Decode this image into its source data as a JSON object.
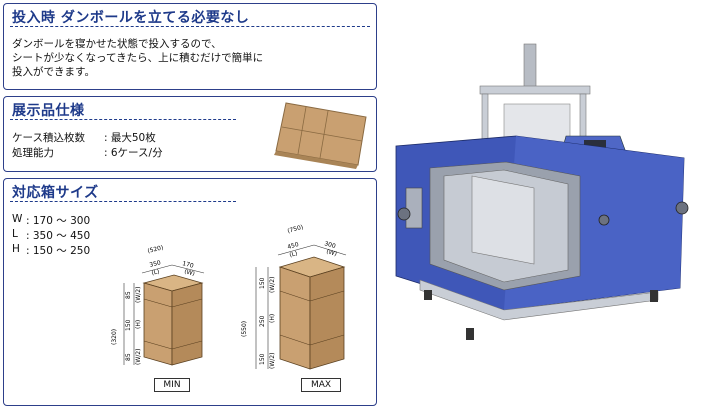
{
  "panel1": {
    "title": "投入時 ダンボールを立てる必要なし",
    "lines": [
      "ダンボールを寝かせた状態で投入するので、",
      "シートが少なくなってきたら、上に積むだけで簡単に",
      "投入ができます。"
    ]
  },
  "panel2": {
    "title": "展示品仕様",
    "specs": [
      {
        "label": "ケース積込枚数",
        "value": ": 最大50枚"
      },
      {
        "label": "処理能力",
        "value": ": 6ケース/分"
      }
    ]
  },
  "panel3": {
    "title": "対応箱サイズ",
    "sizes": [
      {
        "axis": "W",
        "range": ": 170 〜 300"
      },
      {
        "axis": "L",
        "range": ": 350 〜 450"
      },
      {
        "axis": "H",
        "range": ": 150 〜 250"
      }
    ],
    "min_label": "MIN",
    "max_label": "MAX",
    "min_dims": {
      "top_total": "(520)",
      "l": "350",
      "l_tag": "(L)",
      "w": "170",
      "w_tag": "(W)",
      "h_total": "(320)",
      "upper": "85",
      "upper_tag": "(W/2)",
      "mid": "150",
      "mid_tag": "(H)",
      "lower": "85",
      "lower_tag": "(W/2)"
    },
    "max_dims": {
      "top_total": "(750)",
      "l": "450",
      "l_tag": "(L)",
      "w": "300",
      "w_tag": "(W)",
      "h_total": "(550)",
      "upper": "150",
      "upper_tag": "(W/2)",
      "mid": "250",
      "mid_tag": "(H)",
      "lower": "150",
      "lower_tag": "(W/2)"
    }
  },
  "colors": {
    "accent": "#1e3a8a",
    "machine_body": "#3f57b8",
    "cardboard": "#c9a071"
  }
}
